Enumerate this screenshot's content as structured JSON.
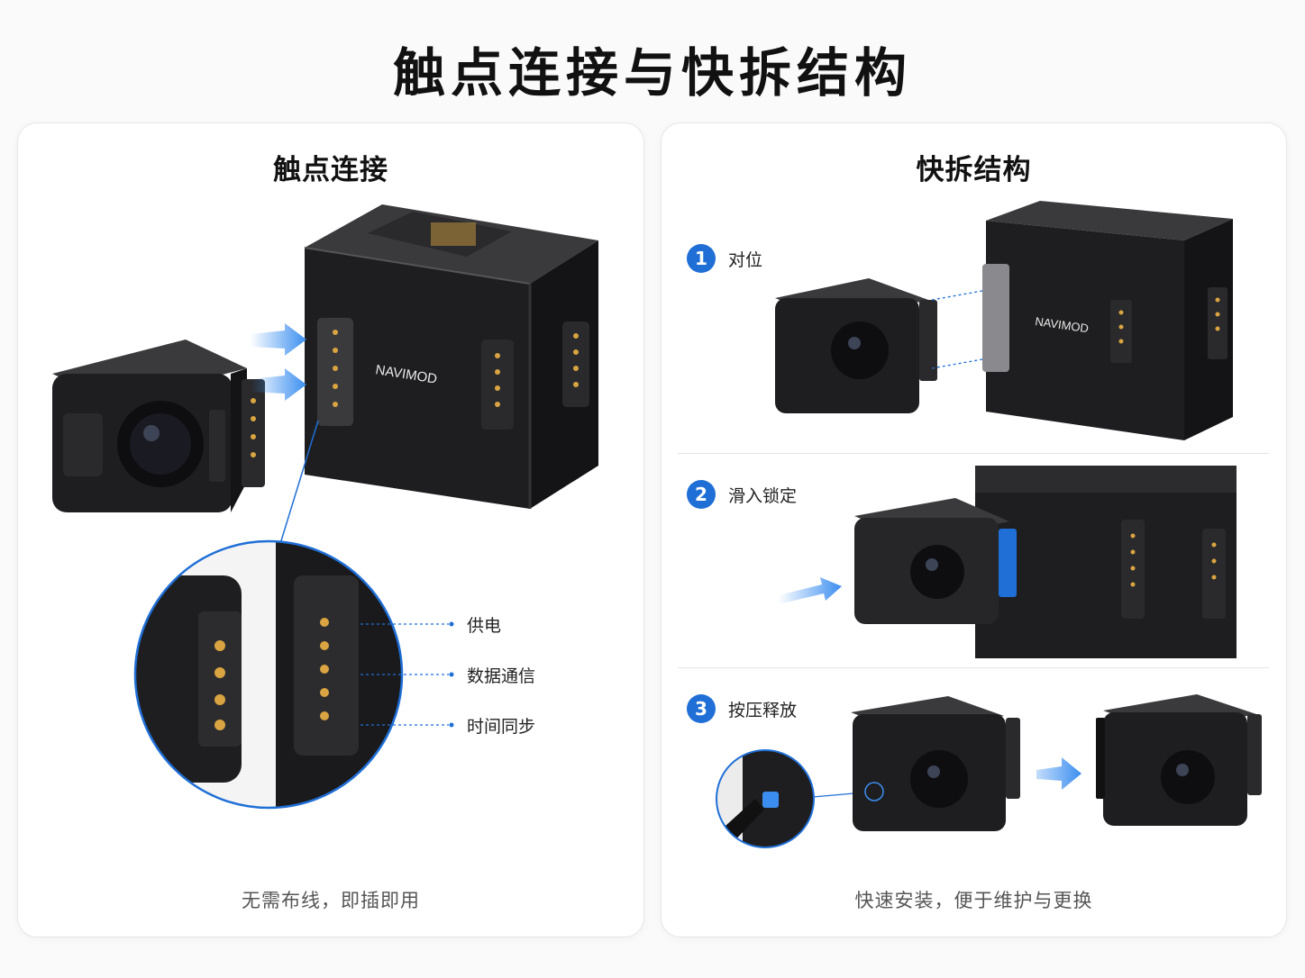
{
  "title": "触点连接与快拆结构",
  "left_panel": {
    "title": "触点连接",
    "brand": "NAVIMOD",
    "callouts": [
      "供电",
      "数据通信",
      "时间同步"
    ],
    "caption": "无需布线，即插即用"
  },
  "right_panel": {
    "title": "快拆结构",
    "brand": "NAVIMOD",
    "steps": [
      {
        "number": "1",
        "label": "对位"
      },
      {
        "number": "2",
        "label": "滑入锁定"
      },
      {
        "number": "3",
        "label": "按压释放"
      }
    ],
    "caption": "快速安装，便于维护与更换"
  },
  "colors": {
    "accent": "#1f6fd6",
    "arrow": "#3b8ef0",
    "device": "#1c1c1e"
  }
}
